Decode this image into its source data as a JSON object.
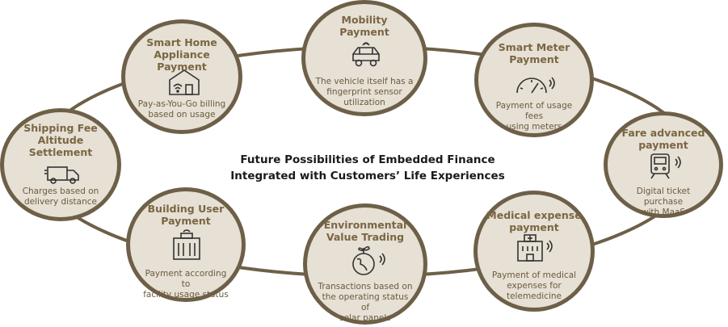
{
  "center": {
    "line1": "Future Possibilities of Embedded Finance",
    "line2": "Integrated with Customers’ Life Experiences"
  },
  "nodes": [
    {
      "id": "mobility",
      "title": [
        "Mobility",
        "Payment"
      ],
      "icon": "car-icon",
      "desc": [
        "The vehicle itself has a",
        "fingerprint sensor",
        "utilization"
      ]
    },
    {
      "id": "smart-home",
      "title": [
        "Smart Home",
        "Appliance Payment"
      ],
      "icon": "house-wifi-icon",
      "desc": [
        "Pay-as-You-Go billing",
        "based on usage"
      ]
    },
    {
      "id": "smart-meter",
      "title": [
        "Smart Meter",
        "Payment"
      ],
      "icon": "meter-gauge-icon",
      "desc": [
        "Payment of usage fees",
        "using meters"
      ]
    },
    {
      "id": "shipping",
      "title": [
        "Shipping Fee",
        "Altitude",
        "Settlement"
      ],
      "icon": "delivery-truck-icon",
      "desc": [
        "Charges based on",
        "delivery distance"
      ]
    },
    {
      "id": "fare",
      "title": [
        "Fare advanced",
        "payment"
      ],
      "icon": "train-icon",
      "desc": [
        "Digital ticket purchase",
        "with MaaS"
      ]
    },
    {
      "id": "building",
      "title": [
        "Building User",
        "Payment"
      ],
      "icon": "building-icon",
      "desc": [
        "Payment according to",
        "facility usage status"
      ]
    },
    {
      "id": "environment",
      "title": [
        "Environmental",
        "Value Trading"
      ],
      "icon": "globe-plant-icon",
      "desc": [
        "Transactions based on",
        "the operating status of",
        "solar panels"
      ]
    },
    {
      "id": "medical",
      "title": [
        "Medical expense",
        "payment"
      ],
      "icon": "hospital-icon",
      "desc": [
        "Payment of medical",
        "expenses for",
        "telemedicine"
      ]
    }
  ]
}
